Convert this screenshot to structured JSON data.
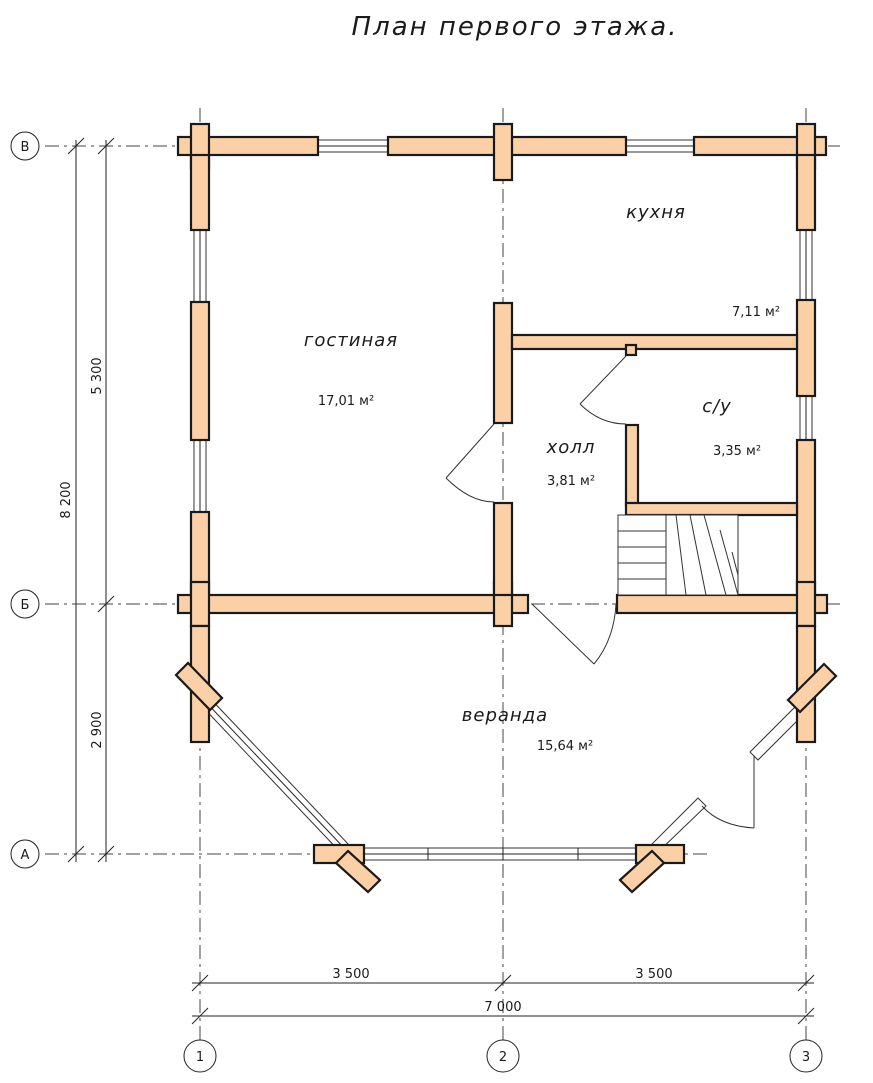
{
  "title": "План первого этажа.",
  "rooms": {
    "living": {
      "name": "гостиная",
      "area": "17,01 м²"
    },
    "kitchen": {
      "name": "кухня",
      "area": "7,11 м²"
    },
    "bathroom": {
      "name": "с/у",
      "area": "3,35 м²"
    },
    "hall": {
      "name": "холл",
      "area": "3,81 м²"
    },
    "veranda": {
      "name": "веранда",
      "area": "15,64 м²"
    }
  },
  "axes": {
    "rows": [
      "В",
      "Б",
      "А"
    ],
    "cols": [
      "1",
      "2",
      "3"
    ]
  },
  "dimensions": {
    "vertical_total": "8 200",
    "vertical_upper": "5 300",
    "vertical_lower": "2 900",
    "horizontal_left": "3 500",
    "horizontal_right": "3 500",
    "horizontal_total": "7 000"
  },
  "colors": {
    "wall_fill": "#fbd0a6",
    "line": "#1a1a1a"
  }
}
